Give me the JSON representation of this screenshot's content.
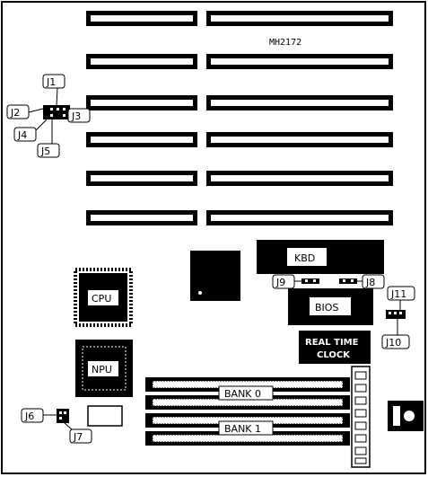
{
  "board": {
    "model": "MH2172"
  },
  "chips": {
    "kbd": "KBD",
    "bios": "BIOS",
    "cpu": "CPU",
    "npu": "NPU",
    "rtc_line1": "REAL TIME",
    "rtc_line2": "CLOCK"
  },
  "memory": {
    "bank0": "BANK 0",
    "bank1": "BANK 1"
  },
  "jumpers": {
    "j1": "J1",
    "j2": "J2",
    "j3": "J3",
    "j4": "J4",
    "j5": "J5",
    "j6": "J6",
    "j7": "J7",
    "j8": "J8",
    "j9": "J9",
    "j10": "J10",
    "j11": "J11"
  },
  "colors": {
    "ink": "#000000",
    "paper": "#ffffff",
    "slot_fill": "#ffffff"
  }
}
